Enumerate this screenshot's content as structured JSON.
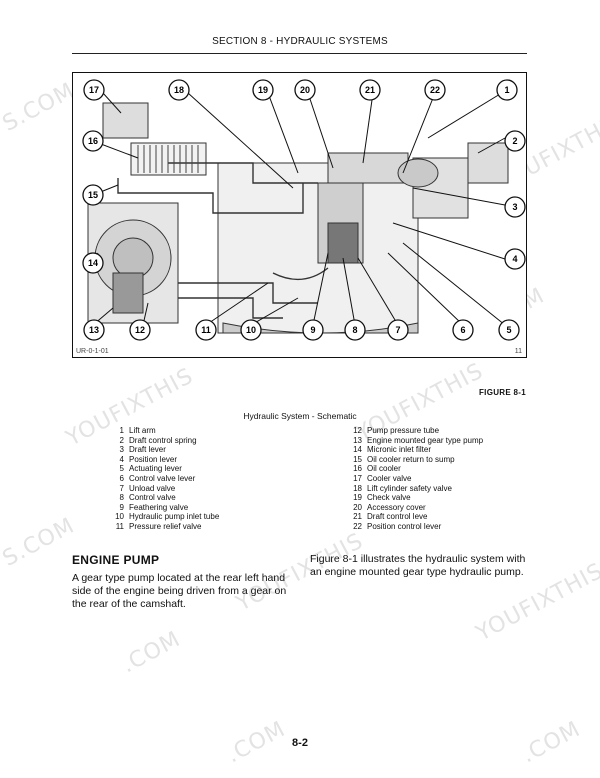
{
  "header": {
    "section": "SECTION 8 - HYDRAULIC SYSTEMS"
  },
  "figure": {
    "code": "UR-0-1-01",
    "mark": "11",
    "label": "FIGURE 8-1",
    "callouts": [
      "1",
      "2",
      "3",
      "4",
      "5",
      "6",
      "7",
      "8",
      "9",
      "10",
      "11",
      "12",
      "13",
      "14",
      "15",
      "16",
      "17",
      "18",
      "19",
      "20",
      "21",
      "22"
    ]
  },
  "caption": "Hydraulic System - Schematic",
  "legend": {
    "left": [
      {
        "num": "1",
        "text": "Lift arm"
      },
      {
        "num": "2",
        "text": "Draft control spring"
      },
      {
        "num": "3",
        "text": "Draft lever"
      },
      {
        "num": "4",
        "text": "Position lever"
      },
      {
        "num": "5",
        "text": "Actuating lever"
      },
      {
        "num": "6",
        "text": "Control valve lever"
      },
      {
        "num": "7",
        "text": "Unload valve"
      },
      {
        "num": "8",
        "text": "Control valve"
      },
      {
        "num": "9",
        "text": "Feathering valve"
      },
      {
        "num": "10",
        "text": "Hydraulic pump inlet tube"
      },
      {
        "num": "11",
        "text": "Pressure relief valve"
      }
    ],
    "right": [
      {
        "num": "12",
        "text": "Pump pressure tube"
      },
      {
        "num": "13",
        "text": "Engine mounted gear type pump"
      },
      {
        "num": "14",
        "text": "Micronic inlet filter"
      },
      {
        "num": "15",
        "text": "Oil cooler return to sump"
      },
      {
        "num": "16",
        "text": "Oil cooler"
      },
      {
        "num": "17",
        "text": "Cooler valve"
      },
      {
        "num": "18",
        "text": "Lift cylinder safety valve"
      },
      {
        "num": "19",
        "text": "Check valve"
      },
      {
        "num": "20",
        "text": "Accessory cover"
      },
      {
        "num": "21",
        "text": "Draft control leve"
      },
      {
        "num": "22",
        "text": "Position control lever"
      }
    ]
  },
  "section_title": "ENGINE PUMP",
  "body_left": "A gear type pump located at the rear left hand side of the engine being driven from a gear on the rear of the camshaft.",
  "body_right": "Figure 8-1 illustrates the hydraulic system with an engine mounted gear type hydraulic pump.",
  "page_number": "8-2",
  "watermarks": [
    "S.COM",
    "YOUFIXTHIS",
    "S.COM",
    "YOUFIXTHIS",
    "S.COM",
    "YOUFIXTHIS",
    "YOUFIXTHIS",
    "YOUFIXTHIS",
    "YOUFIXTHIS",
    ".COM",
    ".COM",
    ".COM"
  ]
}
